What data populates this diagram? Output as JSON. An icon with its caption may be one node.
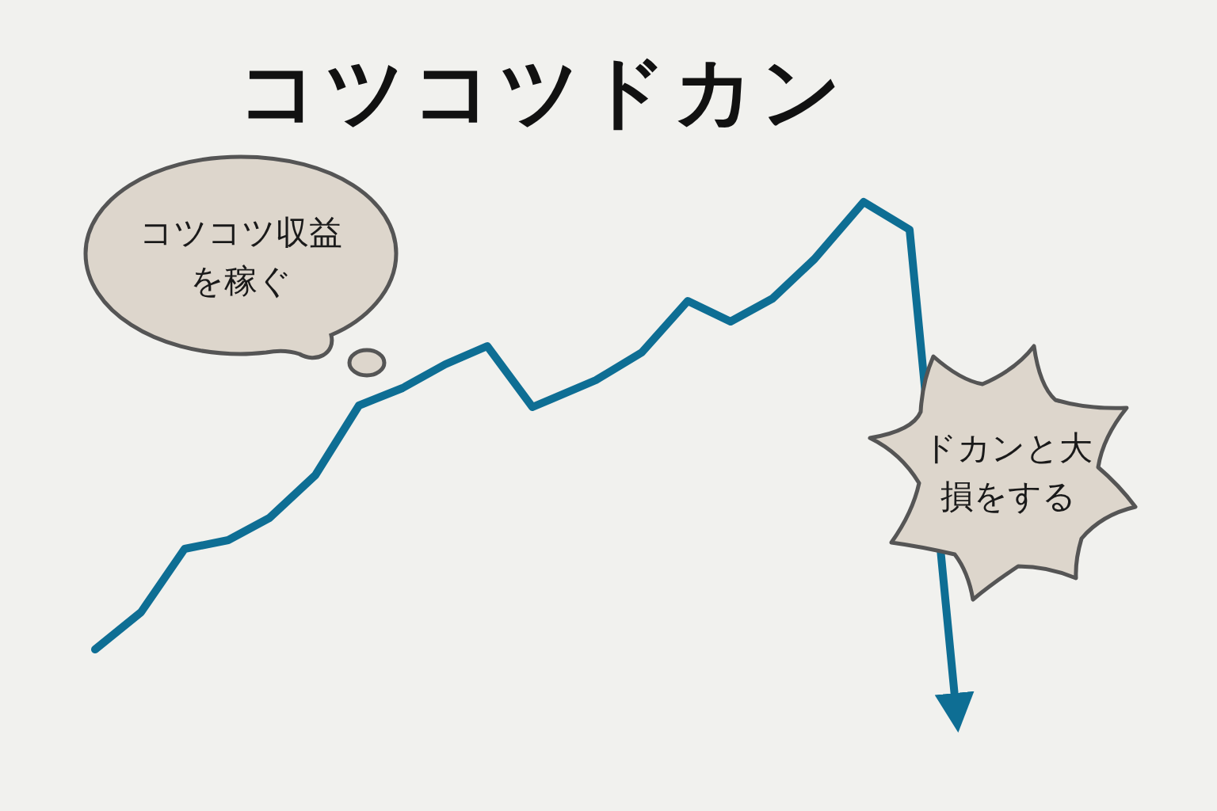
{
  "diagram": {
    "title": "コツコツドカン",
    "nodes": [
      {
        "text": [
          "コツコツ収益を稼ぐ"
        ]
      },
      {
        "text": [
          "ドカンと大損をする"
        ]
      }
    ]
  }
}
